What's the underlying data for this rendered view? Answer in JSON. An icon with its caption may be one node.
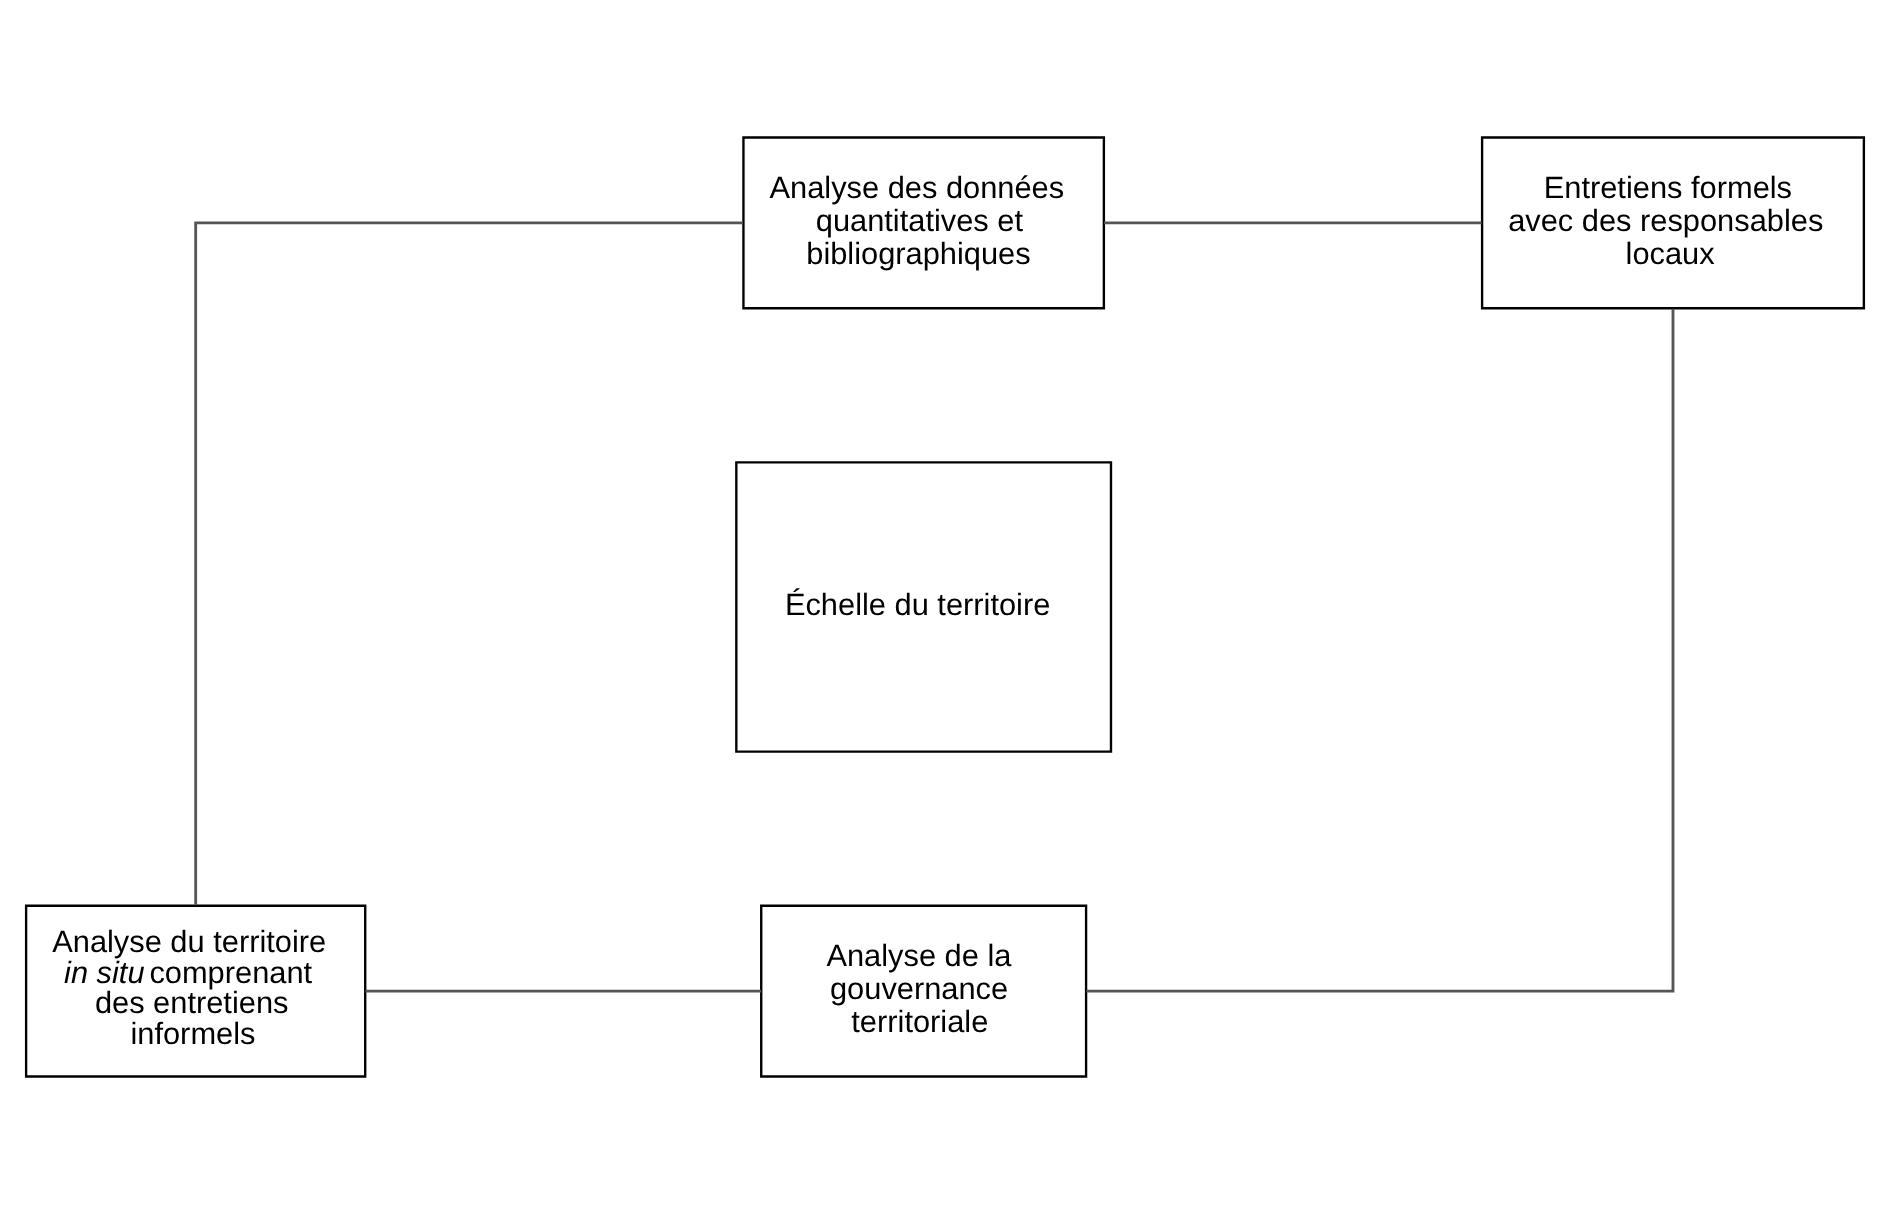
{
  "diagram": {
    "nodes": [
      {
        "text": [
          "Analyse des données quantitatives et bibliographiques"
        ]
      },
      {
        "text": [
          "Entretiens formels avec des responsables locaux"
        ]
      },
      {
        "text": [
          "Échelle du territoire"
        ]
      },
      {
        "text": [
          "Analyse du territoire *in situ* comprenant des entretiens informels"
        ]
      },
      {
        "text": [
          "Analyse de la gouvernance territoriale"
        ]
      }
    ],
    "edges": [
      {
        "from": 0,
        "to": 1,
        "arrow": "none"
      },
      {
        "from": 0,
        "to": 3,
        "arrow": "none"
      },
      {
        "from": 1,
        "to": 4,
        "arrow": "none"
      },
      {
        "from": 3,
        "to": 4,
        "arrow": "none"
      }
    ]
  }
}
